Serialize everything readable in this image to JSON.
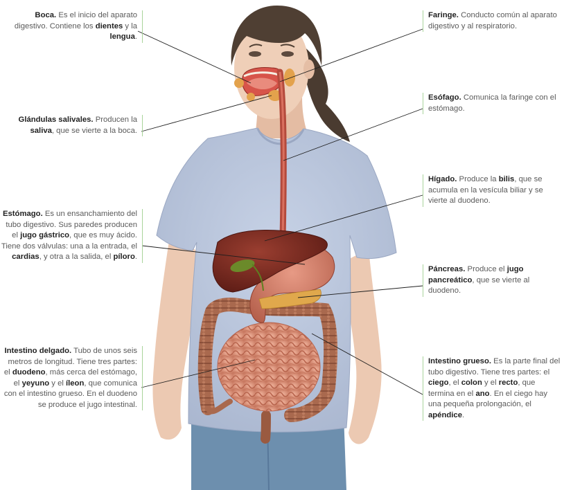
{
  "labels": {
    "boca": {
      "parts": [
        {
          "t": "Boca.",
          "b": true
        },
        {
          "t": " Es el inicio del aparato digestivo. Contiene los ",
          "b": false
        },
        {
          "t": "dientes",
          "b": true
        },
        {
          "t": " y la ",
          "b": false
        },
        {
          "t": "lengua",
          "b": true
        },
        {
          "t": ".",
          "b": false
        }
      ]
    },
    "glandulas": {
      "parts": [
        {
          "t": "Glándulas salivales.",
          "b": true
        },
        {
          "t": " Producen la ",
          "b": false
        },
        {
          "t": "saliva",
          "b": true
        },
        {
          "t": ", que se vierte a la boca.",
          "b": false
        }
      ]
    },
    "estomago": {
      "parts": [
        {
          "t": "Estómago.",
          "b": true
        },
        {
          "t": " Es un ensanchamiento del tubo digestivo. Sus paredes producen el ",
          "b": false
        },
        {
          "t": "jugo gástrico",
          "b": true
        },
        {
          "t": ", que es muy ácido. Tiene dos válvulas: una a la entrada, el ",
          "b": false
        },
        {
          "t": "cardias",
          "b": true
        },
        {
          "t": ", y otra a la salida, el ",
          "b": false
        },
        {
          "t": "píloro",
          "b": true
        },
        {
          "t": ".",
          "b": false
        }
      ]
    },
    "delgado": {
      "parts": [
        {
          "t": "Intestino delgado.",
          "b": true
        },
        {
          "t": " Tubo de unos seis metros de longitud. Tiene tres partes: el ",
          "b": false
        },
        {
          "t": "duodeno",
          "b": true
        },
        {
          "t": ", más cerca del estómago, el ",
          "b": false
        },
        {
          "t": "yeyuno",
          "b": true
        },
        {
          "t": " y el ",
          "b": false
        },
        {
          "t": "íleon",
          "b": true
        },
        {
          "t": ", que comunica con el intestino grueso. En el duodeno se produce el jugo intestinal.",
          "b": false
        }
      ]
    },
    "faringe": {
      "parts": [
        {
          "t": "Faringe.",
          "b": true
        },
        {
          "t": " Conducto común al aparato digestivo y al respiratorio.",
          "b": false
        }
      ]
    },
    "esofago": {
      "parts": [
        {
          "t": "Esófago.",
          "b": true
        },
        {
          "t": " Comunica la faringe con el estómago.",
          "b": false
        }
      ]
    },
    "higado": {
      "parts": [
        {
          "t": "Hígado.",
          "b": true
        },
        {
          "t": " Produce la ",
          "b": false
        },
        {
          "t": "bilis",
          "b": true
        },
        {
          "t": ", que se acumula en la vesícula biliar y se vierte al duodeno.",
          "b": false
        }
      ]
    },
    "pancreas": {
      "parts": [
        {
          "t": "Páncreas.",
          "b": true
        },
        {
          "t": " Produce el ",
          "b": false
        },
        {
          "t": "jugo pancreático",
          "b": true
        },
        {
          "t": ", que se vierte al duodeno.",
          "b": false
        }
      ]
    },
    "grueso": {
      "parts": [
        {
          "t": "Intestino grueso.",
          "b": true
        },
        {
          "t": " Es la parte final del tubo digestivo. Tiene tres partes: el ",
          "b": false
        },
        {
          "t": "ciego",
          "b": true
        },
        {
          "t": ", el ",
          "b": false
        },
        {
          "t": "colon",
          "b": true
        },
        {
          "t": " y el ",
          "b": false
        },
        {
          "t": "recto",
          "b": true
        },
        {
          "t": ", que termina en el ",
          "b": false
        },
        {
          "t": "ano",
          "b": true
        },
        {
          "t": ". En el ciego hay una pequeña prolongación, el ",
          "b": false
        },
        {
          "t": "apéndice",
          "b": true
        },
        {
          "t": ".",
          "b": false
        }
      ]
    }
  },
  "colors": {
    "accent_rule": "#a8d39a",
    "shirt": "#b9c5dc",
    "skin": "#ecc9b2",
    "hair": "#4a3b30",
    "jeans": "#6d8fae",
    "liver": "#7a2c22",
    "intestine": "#d48c74",
    "colon": "#a4674c",
    "gallbladder": "#6b8a2a",
    "pancreas": "#e0a84c"
  }
}
